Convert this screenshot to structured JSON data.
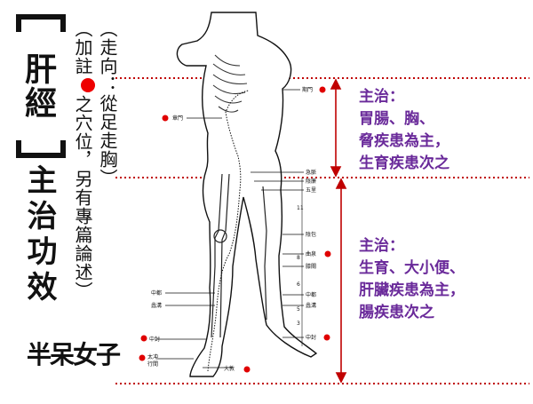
{
  "title": {
    "main": "肝經",
    "sub": "主治功效",
    "route_note": "（走向：從足走胸）",
    "annotation_prefix": "（加註",
    "annotation_suffix": "之穴位，另有專篇論述）"
  },
  "logo": "半呆女子",
  "acupoints": [
    {
      "label": "期門",
      "marked": true
    },
    {
      "label": "章門",
      "marked": true
    },
    {
      "label": "急脈",
      "marked": false
    },
    {
      "label": "陰廉",
      "marked": false
    },
    {
      "label": "五里",
      "marked": false
    },
    {
      "label": "陰包",
      "marked": false
    },
    {
      "label": "曲泉",
      "marked": true
    },
    {
      "label": "膝關",
      "marked": false
    },
    {
      "label": "中都",
      "marked": false
    },
    {
      "label": "蠡溝",
      "marked": false
    },
    {
      "label": "中封",
      "marked": true
    },
    {
      "label": "太冲",
      "marked": true
    },
    {
      "label": "行間",
      "marked": false
    },
    {
      "label": "大敦",
      "marked": true
    }
  ],
  "ruler_numbers": [
    "11",
    "8",
    "6",
    "5",
    "3"
  ],
  "sections": [
    {
      "lines": [
        "主治：",
        "胃腸、胸、",
        "脅疾患為主，",
        "生育疾患次之"
      ]
    },
    {
      "lines": [
        "主治：",
        "生育、大小便、",
        "肝臟疾患為主，",
        "腸疾患次之"
      ]
    }
  ],
  "colors": {
    "accent": "#6a2a9a",
    "marker": "#e00000",
    "divider": "#c00000"
  }
}
